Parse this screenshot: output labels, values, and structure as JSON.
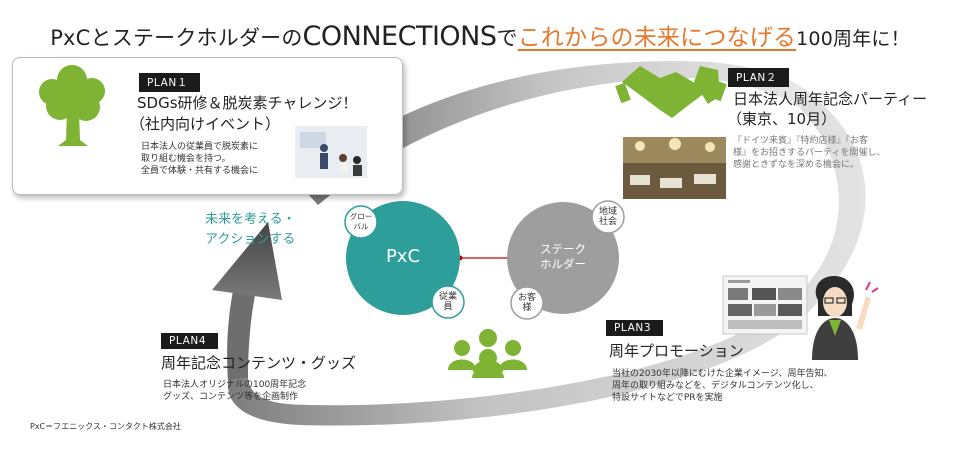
{
  "title": {
    "part1": "PxCとステークホルダーの",
    "part2": "CONNECTIONS",
    "part3": "で",
    "highlight": "これからの未来につなげる",
    "part4": "100周年に！"
  },
  "plan1": {
    "label": "PLAN１",
    "title_line1": "SDGs研修＆脱炭素チャレンジ！",
    "title_line2": "（社内向けイベント）",
    "desc": [
      "日本法人の従業員で脱炭素に",
      "取り組む機会を持つ。",
      "全員で体験・共有する機会に"
    ]
  },
  "plan2": {
    "label": "PLAN２",
    "title_line1": "日本法人周年記念パーティー",
    "title_line2": "（東京、10月）",
    "desc": [
      "『ドイツ来賓』『特約店様』『お客",
      "様』をお招きするパーティを開催し、",
      "感謝ときずなを深める機会に。"
    ]
  },
  "plan3": {
    "label": "PLAN3",
    "title": "周年プロモーション",
    "desc": [
      "当社の2030年以降にむけた企業イメージ、周年告知、",
      "周年の取り組みなどを、デジタルコンテンツ化し、",
      "特設サイトなどでPRを実施"
    ]
  },
  "plan4": {
    "label": "PLAN4",
    "title": "周年記念コンテンツ・グッズ",
    "desc": [
      "日本法人オリジナルの100周年記念",
      "グッズ、コンテンツ等を企画制作"
    ]
  },
  "cycle_text": [
    "未来を考える・",
    "アクションする"
  ],
  "pxc": "PxC",
  "stakeholder": [
    "ステーク",
    "ホルダー"
  ],
  "global": [
    "グロー",
    "バル"
  ],
  "region": [
    "地域",
    "社会"
  ],
  "employees": [
    "従業",
    "員"
  ],
  "customers": [
    "お客",
    "様"
  ],
  "footer": "PxC＝フエニックス・コンタクト株式会社",
  "colors": {
    "teal": "#2e9e9b",
    "green": "#7fb334",
    "orange": "#e37a2e",
    "grey_circle": "#9e9e9e",
    "connector": "#cc0000"
  },
  "icons": [
    "tree-icon",
    "handshake-icon",
    "people-group-icon",
    "woman-pointing-icon"
  ]
}
